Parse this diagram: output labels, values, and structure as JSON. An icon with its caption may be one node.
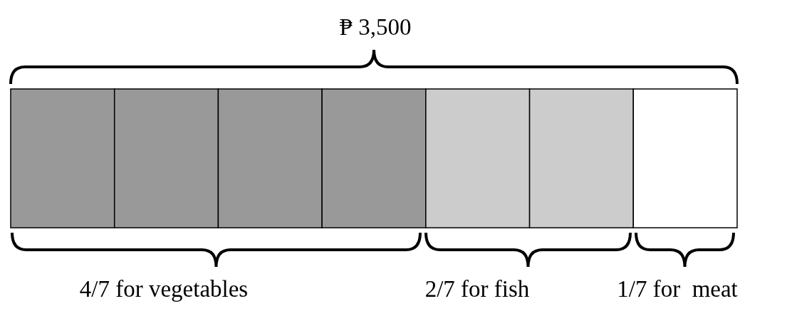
{
  "diagram": {
    "labels": [
      "₱ 3,500",
      "4/7 for vegetables",
      "2/7 for fish",
      "1/7 for  meat"
    ]
  }
}
